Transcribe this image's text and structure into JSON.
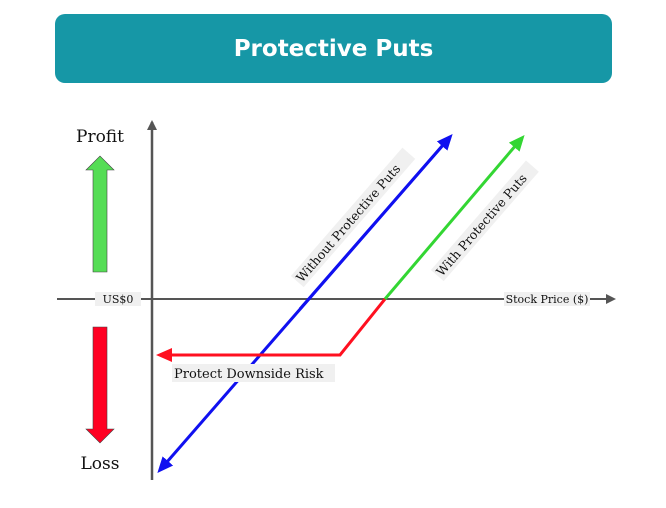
{
  "title": "Protective Puts",
  "labels": {
    "profit": "Profit",
    "loss": "Loss",
    "zero": "US$0",
    "x_axis": "Stock Price ($)",
    "without": "Without Protective Puts",
    "with": "With Protective Puts",
    "protect": "Protect Downside Risk"
  },
  "colors": {
    "banner": "#1697a6",
    "without_line": "#1010f0",
    "with_line_profit": "#33d633",
    "with_line_loss": "#ff1020",
    "profit_arrow": "#55dd55",
    "loss_arrow": "#ff0022",
    "axis": "#555555"
  }
}
